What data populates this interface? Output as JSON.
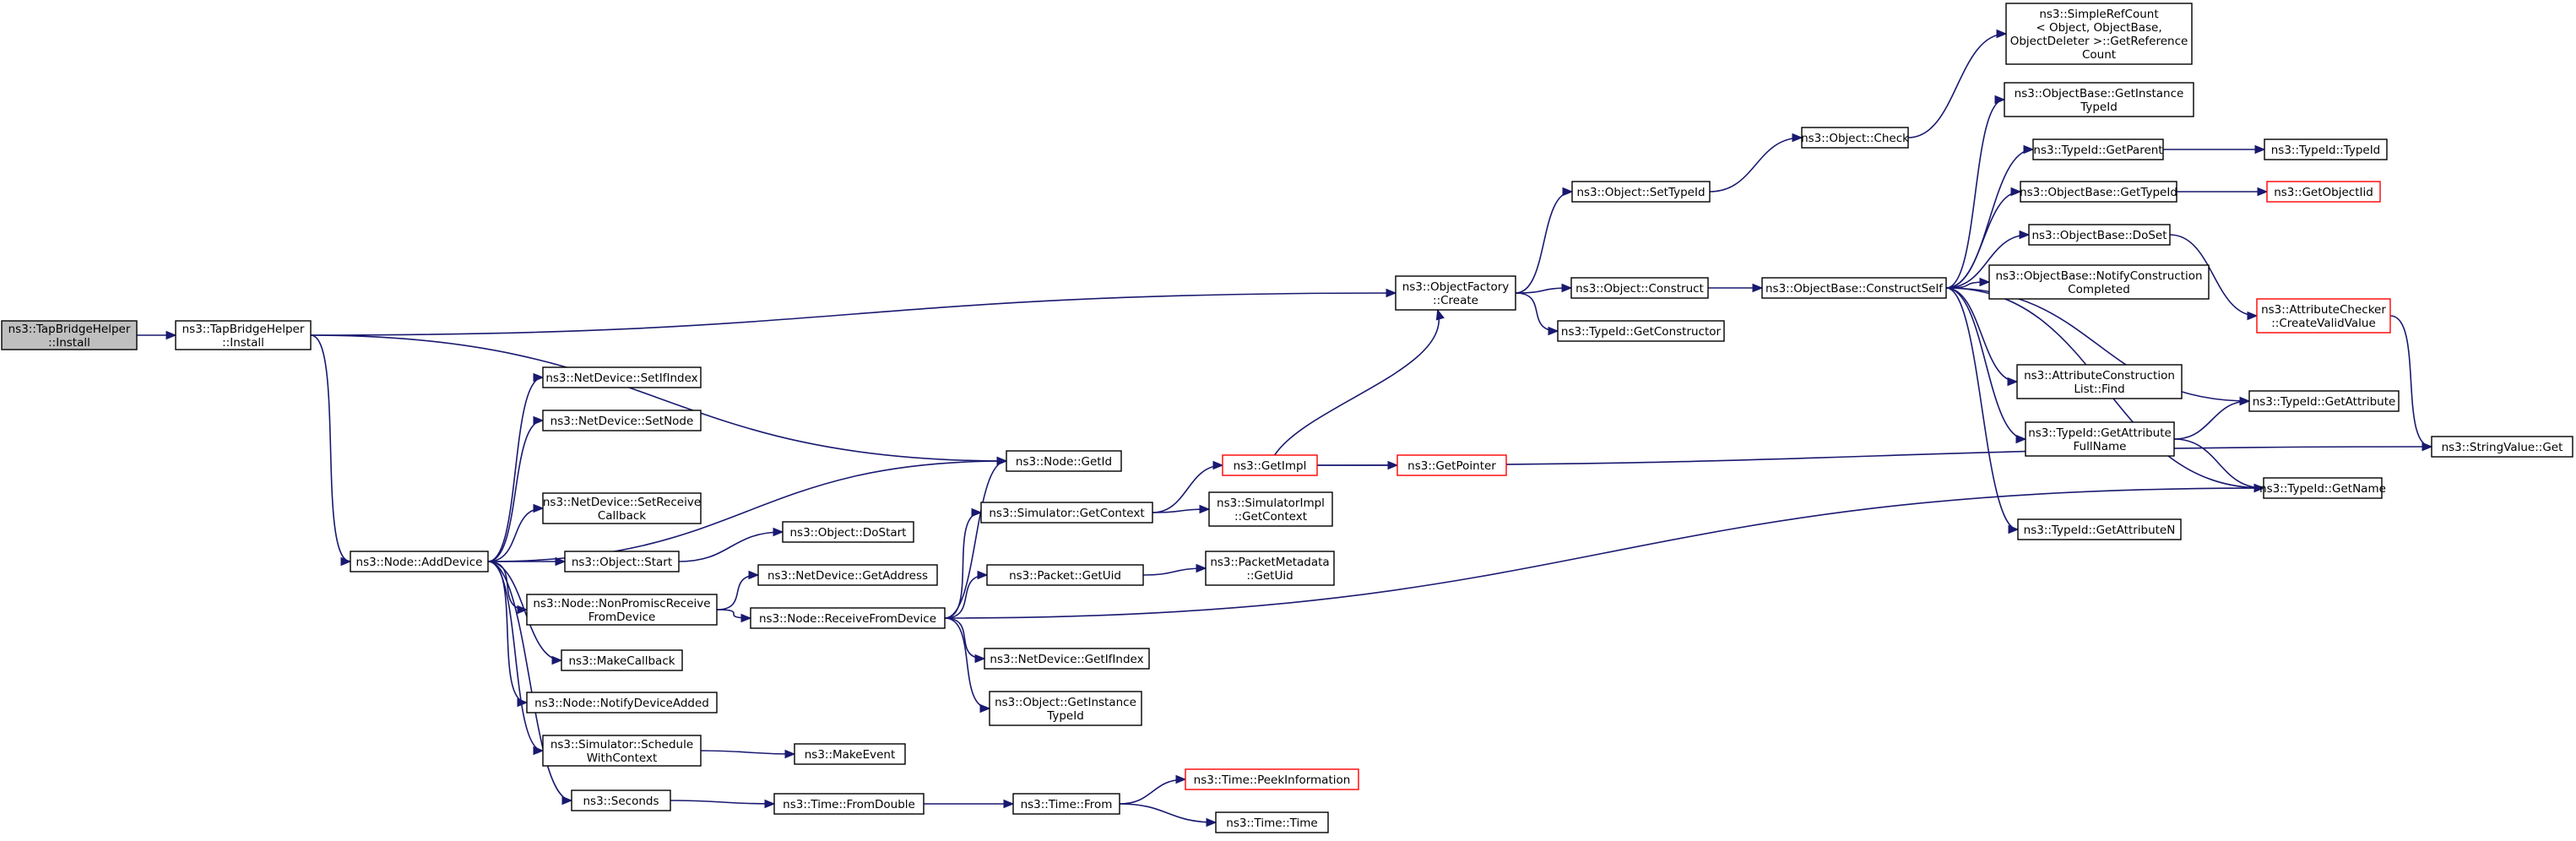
{
  "diagram": {
    "type": "call-graph",
    "colors": {
      "edge": "#191970",
      "box_border": "#000000",
      "box_fill": "#ffffff",
      "root_fill": "#bfbfbf",
      "undocumented_border": "#ff0000"
    },
    "nodes": [
      {
        "id": "root",
        "lines": [
          "ns3::TapBridgeHelper",
          "::Install"
        ],
        "style": "root"
      },
      {
        "id": "tbhInstall",
        "lines": [
          "ns3::TapBridgeHelper",
          "::Install"
        ],
        "style": "normal"
      },
      {
        "id": "addDevice",
        "lines": [
          "ns3::Node::AddDevice"
        ],
        "style": "normal"
      },
      {
        "id": "setIfIndex",
        "lines": [
          "ns3::NetDevice::SetIfIndex"
        ],
        "style": "normal"
      },
      {
        "id": "setNode",
        "lines": [
          "ns3::NetDevice::SetNode"
        ],
        "style": "normal"
      },
      {
        "id": "setReceiveCb",
        "lines": [
          "ns3::NetDevice::SetReceive",
          "Callback"
        ],
        "style": "normal"
      },
      {
        "id": "objStart",
        "lines": [
          "ns3::Object::Start"
        ],
        "style": "normal"
      },
      {
        "id": "nonPromisc",
        "lines": [
          "ns3::Node::NonPromiscReceive",
          "FromDevice"
        ],
        "style": "normal"
      },
      {
        "id": "makeCallback",
        "lines": [
          "ns3::MakeCallback"
        ],
        "style": "normal"
      },
      {
        "id": "notifyAdded",
        "lines": [
          "ns3::Node::NotifyDeviceAdded"
        ],
        "style": "normal"
      },
      {
        "id": "schedCtx",
        "lines": [
          "ns3::Simulator::Schedule",
          "WithContext"
        ],
        "style": "normal"
      },
      {
        "id": "seconds",
        "lines": [
          "ns3::Seconds"
        ],
        "style": "normal"
      },
      {
        "id": "doStart",
        "lines": [
          "ns3::Object::DoStart"
        ],
        "style": "normal"
      },
      {
        "id": "getAddress",
        "lines": [
          "ns3::NetDevice::GetAddress"
        ],
        "style": "normal"
      },
      {
        "id": "recvFromDev",
        "lines": [
          "ns3::Node::ReceiveFromDevice"
        ],
        "style": "normal"
      },
      {
        "id": "makeEvent",
        "lines": [
          "ns3::MakeEvent"
        ],
        "style": "normal"
      },
      {
        "id": "fromDouble",
        "lines": [
          "ns3::Time::FromDouble"
        ],
        "style": "normal"
      },
      {
        "id": "nodeGetId",
        "lines": [
          "ns3::Node::GetId"
        ],
        "style": "normal"
      },
      {
        "id": "simGetCtx",
        "lines": [
          "ns3::Simulator::GetContext"
        ],
        "style": "normal"
      },
      {
        "id": "pktGetUid",
        "lines": [
          "ns3::Packet::GetUid"
        ],
        "style": "normal"
      },
      {
        "id": "ndGetIfIndex",
        "lines": [
          "ns3::NetDevice::GetIfIndex"
        ],
        "style": "normal"
      },
      {
        "id": "objGetInstTid",
        "lines": [
          "ns3::Object::GetInstance",
          "TypeId"
        ],
        "style": "normal"
      },
      {
        "id": "timeFrom",
        "lines": [
          "ns3::Time::From"
        ],
        "style": "normal"
      },
      {
        "id": "getImpl",
        "lines": [
          "ns3::GetImpl"
        ],
        "style": "red"
      },
      {
        "id": "simImplGetCtx",
        "lines": [
          "ns3::SimulatorImpl",
          "::GetContext"
        ],
        "style": "normal"
      },
      {
        "id": "pktMetaGetUid",
        "lines": [
          "ns3::PacketMetadata",
          "::GetUid"
        ],
        "style": "normal"
      },
      {
        "id": "peekInfo",
        "lines": [
          "ns3::Time::PeekInformation"
        ],
        "style": "red"
      },
      {
        "id": "timeTime",
        "lines": [
          "ns3::Time::Time"
        ],
        "style": "normal"
      },
      {
        "id": "getPointer",
        "lines": [
          "ns3::GetPointer"
        ],
        "style": "red"
      },
      {
        "id": "objFactCreate",
        "lines": [
          "ns3::ObjectFactory",
          "::Create"
        ],
        "style": "normal"
      },
      {
        "id": "objSetTypeId",
        "lines": [
          "ns3::Object::SetTypeId"
        ],
        "style": "normal"
      },
      {
        "id": "objConstruct",
        "lines": [
          "ns3::Object::Construct"
        ],
        "style": "normal"
      },
      {
        "id": "tidGetCtor",
        "lines": [
          "ns3::TypeId::GetConstructor"
        ],
        "style": "normal"
      },
      {
        "id": "objCheck",
        "lines": [
          "ns3::Object::Check"
        ],
        "style": "normal"
      },
      {
        "id": "constructSelf",
        "lines": [
          "ns3::ObjectBase::ConstructSelf"
        ],
        "style": "normal"
      },
      {
        "id": "simpleRefCount",
        "lines": [
          "ns3::SimpleRefCount",
          "< Object, ObjectBase,",
          "ObjectDeleter >::GetReference",
          "Count"
        ],
        "style": "normal"
      },
      {
        "id": "obGetInstTid",
        "lines": [
          "ns3::ObjectBase::GetInstance",
          "TypeId"
        ],
        "style": "normal"
      },
      {
        "id": "tidGetParent",
        "lines": [
          "ns3::TypeId::GetParent"
        ],
        "style": "normal"
      },
      {
        "id": "obGetTypeId",
        "lines": [
          "ns3::ObjectBase::GetTypeId"
        ],
        "style": "normal"
      },
      {
        "id": "obDoSet",
        "lines": [
          "ns3::ObjectBase::DoSet"
        ],
        "style": "normal"
      },
      {
        "id": "obNotifyConstr",
        "lines": [
          "ns3::ObjectBase::NotifyConstruction",
          "Completed"
        ],
        "style": "normal"
      },
      {
        "id": "attrConstrFind",
        "lines": [
          "ns3::AttributeConstruction",
          "List::Find"
        ],
        "style": "normal"
      },
      {
        "id": "tidGetAttrFull",
        "lines": [
          "ns3::TypeId::GetAttribute",
          "FullName"
        ],
        "style": "normal"
      },
      {
        "id": "tidGetAttrN",
        "lines": [
          "ns3::TypeId::GetAttributeN"
        ],
        "style": "normal"
      },
      {
        "id": "tidTypeId",
        "lines": [
          "ns3::TypeId::TypeId"
        ],
        "style": "normal"
      },
      {
        "id": "getObjectIid",
        "lines": [
          "ns3::GetObjectIid"
        ],
        "style": "red"
      },
      {
        "id": "attrChecker",
        "lines": [
          "ns3::AttributeChecker",
          "::CreateValidValue"
        ],
        "style": "red"
      },
      {
        "id": "tidGetAttr",
        "lines": [
          "ns3::TypeId::GetAttribute"
        ],
        "style": "normal"
      },
      {
        "id": "tidGetName",
        "lines": [
          "ns3::TypeId::GetName"
        ],
        "style": "normal"
      },
      {
        "id": "strValGet",
        "lines": [
          "ns3::StringValue::Get"
        ],
        "style": "normal"
      }
    ]
  }
}
